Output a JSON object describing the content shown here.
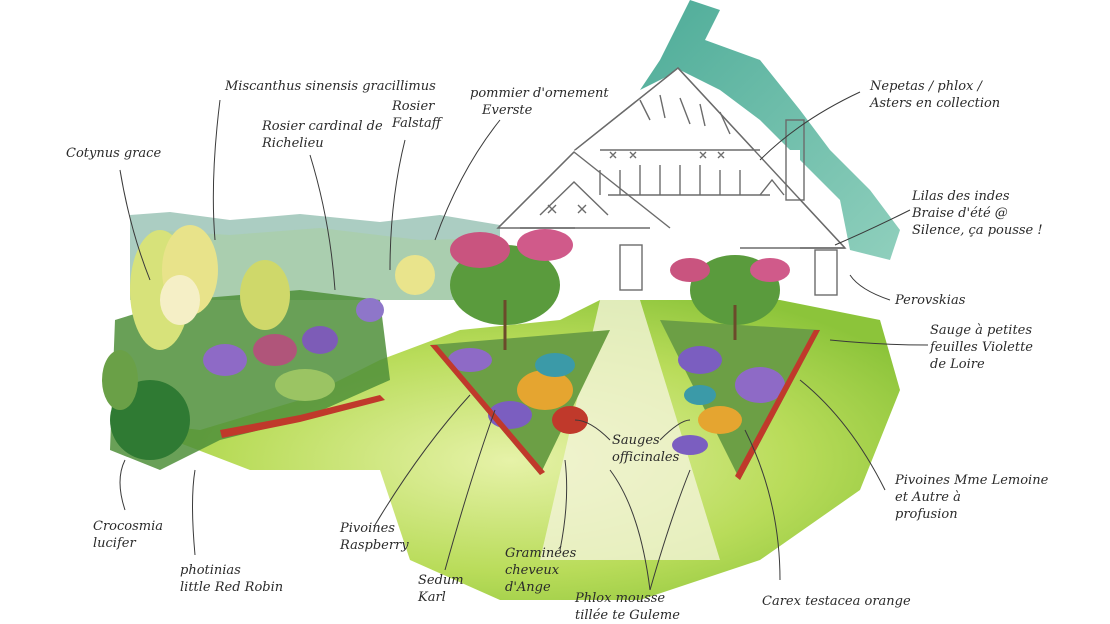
{
  "labels": {
    "cotynus": [
      "Cotynus grace"
    ],
    "miscanthus": [
      "Miscanthus sinensis gracillimus"
    ],
    "rosier_cardinal": [
      "Rosier cardinal de",
      "Richelieu"
    ],
    "rosier_falstaff": [
      "Rosier",
      "Falstaff"
    ],
    "pommier": [
      "pommier d'ornement",
      "Everste"
    ],
    "nepetas": [
      "Nepetas / phlox /",
      "Asters en collection"
    ],
    "lilas": [
      "Lilas des indes",
      "Braise d'été @",
      "Silence, ça pousse !"
    ],
    "perovskias": [
      "Perovskias"
    ],
    "sauge_petite": [
      "Sauge à petites",
      "feuilles Violette",
      "de Loire"
    ],
    "pivoines_lemoine": [
      "Pivoines Mme Lemoine",
      "et Autre à",
      "profusion"
    ],
    "carex": [
      "Carex testacea orange"
    ],
    "phlox_mousse": [
      "Phlox mousse",
      "tillée te Guleme"
    ],
    "graminees": [
      "Graminées",
      "cheveux",
      "d'Ange"
    ],
    "sauges_officinales": [
      "Sauges",
      "officinales"
    ],
    "sedum": [
      "Sedum",
      "Karl"
    ],
    "pivoines_raspberry": [
      "Pivoines",
      "Raspberry"
    ],
    "photinias": [
      "photinias",
      "little Red Robin"
    ],
    "crocosmia": [
      "Crocosmia",
      "lucifer"
    ]
  },
  "colors": {
    "ink": "#2a2a2a",
    "lawn": "#9ccc3a",
    "lawn_light": "#cfe67a",
    "sky_wash": "#3aa88e",
    "hedge": "#7fb0a0",
    "bed_edge": "#c0392b"
  }
}
